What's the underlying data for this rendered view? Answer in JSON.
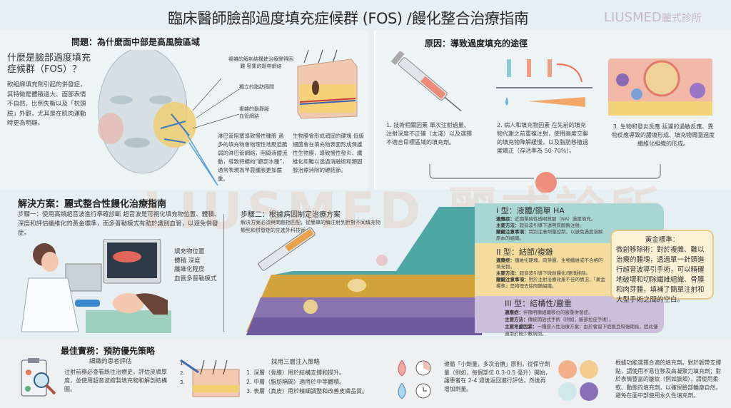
{
  "header": {
    "title": "臨床醫師臉部過度填充症候群 (FOS) /饅化整合治療指南",
    "logo": "LIUSMED",
    "logo_cn": "麗式診所"
  },
  "watermark": "LIUSMED 麗式診所",
  "problem": {
    "title": "問題：為什麼面中部是高風險區域",
    "what_title": "什麼是臉部過度填充症候群（FOS）？",
    "what_text": "軟組織填充劑引起的併發症，其特徵是體積過大、面部表情不自然、比例失衡以及「枕頭臉」外觀，尤其是在肌肉運動時更為明顯。",
    "labels": [
      "複雜的解剖結構使治療變得困難 密集的韌帶網絡",
      "獨立的脂肪隔間",
      "複雜的動靜脈血管網路"
    ],
    "lymph_text": "淋巴管阻塞導致慢性腫脹 過多的填充物會物理性地壓迫脆弱的淋巴管網絡，阻礙液體流動，導致持續的“顴部水腫”，通常表現為早晨腫脹更加嚴重。",
    "biofilm_text": "生物膜會形成頑固的硬塊 低級細菌會在填充物表面形成保護性生物膜，導致慢性發炎、纖維化和難以透過消融術和類固醇治療消除的硬結節。"
  },
  "causes": {
    "title": "原因：導致過度填充的途徑",
    "items": [
      "1. 技術相關因素 單次注射過量、注射深度不正確（太淺）以及選擇不適合目標區域的填充劑。",
      "2. 病人和填充物因素 在先前的填充物代謝之前重複注射，使用高度交聯的填充物降解緩慢，以及脂肪移植過度矯正（存活率為 50-70%）。",
      "3. 生物和發炎反應 延遲的過敏反應、異物反應導致的膿瘍形成、填充物周圍過度纖維化組織的形成。"
    ]
  },
  "solution": {
    "title": "解決方案：麗式整合性饅化治療指南",
    "step1": "步驟一：使用高頻超音波進行準確診斷 超音波是可視化填充物位置、體積、深度和評估纖維化的黃金標準，而多普勒模式有助於識別血管，以避免併發症。",
    "us_labels": [
      "填充物位置",
      "體積 深度",
      "纖維化程度",
      "血管多普勒模式"
    ],
    "step2_title": "步驟二：根據病因制定治療方案",
    "step2_text": "解決方案必須與問題相匹配，從簡單的酶注射到針對不同填充物類型和併發症的先進外科技術。",
    "tiers": [
      {
        "title": "I 型：液體/簡單 HA",
        "l1": "適應症：",
        "v1": "近期單純性透明質酸（NA）過度填充。",
        "l2": "主要方法：",
        "v2": "超音波引導下透明質酸酶注射。",
        "l3": "關鍵注意事項：",
        "v3": "特別注意劑量控制，以避免過度溶解原本的組織。",
        "color": "#a9d6d4"
      },
      {
        "title": "II 型：結節/複雜",
        "l1": "適應症：",
        "v1": "纖維化硬塊、肉芽腫、生物纖維或不合格的填充物。",
        "l2": "主要方法：",
        "v2": "超音波引導下微創饅化/硬塊移除。",
        "l3": "關鍵注意事項：",
        "v3": "對於注射治療效果不佳的情況，「黃金標準」是物理去除問題組織。",
        "color": "#f3dc9e"
      },
      {
        "title": "III 型：結構性/嚴重",
        "l1": "適應症：",
        "v1": "伴隨明顯組織移位的嚴重併發症。",
        "l2": "主要方法：",
        "v2": "傳統開放式手術（例如，臉部拉皮手術）。",
        "l3": "主要考慮因素：",
        "v3": "一種侵入性治療方案；由於會留下疤痕且恢復期長，因此僅適用於極少數病例。",
        "color": "#cbbfdc"
      }
    ],
    "gold_title": "黃金標準：",
    "gold_text": "微創移除術：對於複雜、難以治療的腫塊，透過單一針頭進行超音波導引手術，可以精確地破壞和切除纖維組織、骨膜和肉芽腫，填補了簡單注射和大型手術之間的空白。"
  },
  "best": {
    "title": "最佳實務：預防優先策略",
    "assess_title": "細緻的患者評估",
    "assess_text": "注射前務必查看既往治療史，評估皮膚厚度，並使用超音波繪製填充物和解剖結構圖。",
    "layer_title": "採用三層注入策略",
    "layers": [
      "1. 深層（骨膜）用於結構支撐和提升。",
      "2. 中層（脂肪隔間）適用於中等體積。",
      "3. 表層（真皮）用於精細調整和改善皮膚品質。"
    ],
    "layer_marks": [
      "1.",
      "2.",
      "3."
    ],
    "dose_text": "遵循「小劑量，多次治療」原則，從保守劑量（例如，每個部位 0.3-0.5 毫升）開始，讓患者在 2-4 週後返回進行評估，然後再增加劑量。",
    "filler_text": "根據功能選擇合適的填充劑。對於韌帶支撐點，請使用不易位移及高凝聚力填充劑；對於表情豐富的皺紋（例如臉頰），請使用柔軟、動態的填充劑，以確保臉部輪廓自然。避免在面中部使用永久性填充劑。"
  }
}
